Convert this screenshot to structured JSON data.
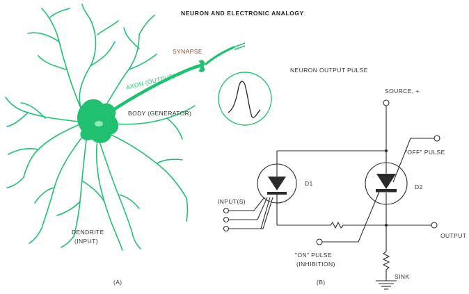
{
  "title": "NEURON AND ELECTRONIC ANALOGY",
  "neuron": {
    "synapse": "SYNAPSE",
    "axon": "AXON (OUTPUT)",
    "body": "BODY (GENERATOR)",
    "dendrite_line1": "DENDRITE",
    "dendrite_line2": "(INPUT)",
    "pulse_label": "NEURON OUTPUT PULSE",
    "panel": "(A)"
  },
  "circuit": {
    "source": "SOURCE, +",
    "off_pulse": "\"OFF\" PULSE",
    "d1": "D1",
    "d2": "D2",
    "inputs": "INPUT(S)",
    "output": "OUTPUT",
    "on_pulse_line1": "\"ON\" PULSE",
    "on_pulse_line2": "(INHIBITION)",
    "sink": "SINK",
    "panel": "(B)"
  },
  "colors": {
    "neuron_green": "#20c070",
    "synapse_brown": "#8a4a20",
    "wire": "#2a2a2a"
  }
}
